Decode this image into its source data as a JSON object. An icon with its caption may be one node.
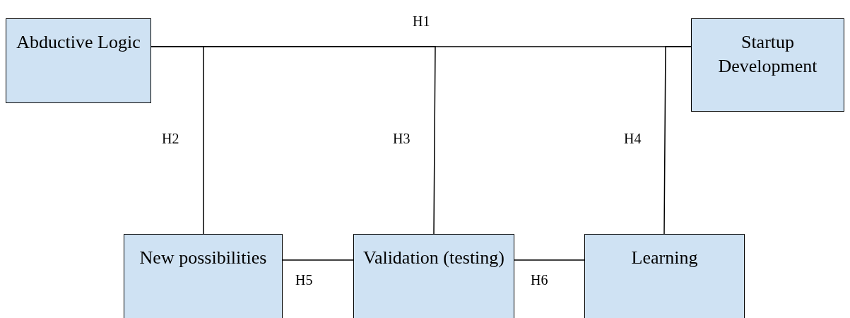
{
  "diagram": {
    "nodes": [
      {
        "text": [
          "Abductive Logic"
        ]
      },
      {
        "text": [
          "Startup Development"
        ]
      },
      {
        "text": [
          "New possibilities"
        ]
      },
      {
        "text": [
          "Validation (testing)"
        ]
      },
      {
        "text": [
          "Learning"
        ]
      }
    ],
    "edges": [
      {
        "from": 0,
        "to": 1,
        "arrow": "none",
        "label": "H1"
      },
      {
        "from": 0,
        "to": 2,
        "arrow": "none",
        "label": "H2"
      },
      {
        "from": 0,
        "to": 3,
        "arrow": "none",
        "label": "H3"
      },
      {
        "from": 4,
        "to": 1,
        "arrow": "none",
        "label": "H4"
      },
      {
        "from": 2,
        "to": 3,
        "arrow": "none",
        "label": "H5"
      },
      {
        "from": 3,
        "to": 4,
        "arrow": "none",
        "label": "H6"
      }
    ]
  }
}
